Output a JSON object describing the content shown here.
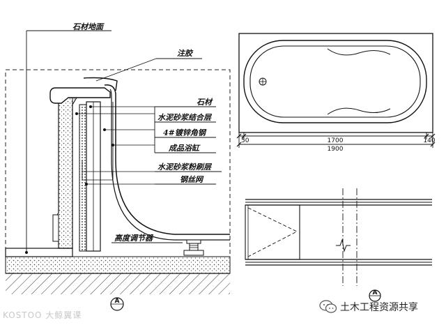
{
  "labels": {
    "stone_floor": "石材地面",
    "caulk": "注胶",
    "stone": "石材",
    "cement_bond_layer": "水泥砂浆结合层",
    "galvanized_angle": "4#镀锌角钢",
    "finished_tub": "成品浴缸",
    "cement_plaster_layer": "水泥砂浆粉刷层",
    "wire_mesh": "钢丝网",
    "height_adjuster": "高度调节器"
  },
  "dimensions": {
    "left": "50",
    "middle": "1700",
    "right": "140",
    "overall": "1900"
  },
  "section_marker": "A",
  "watermarks": {
    "left": "KOSTOO  大鲸翼课",
    "right": "土木工程资源共享"
  }
}
